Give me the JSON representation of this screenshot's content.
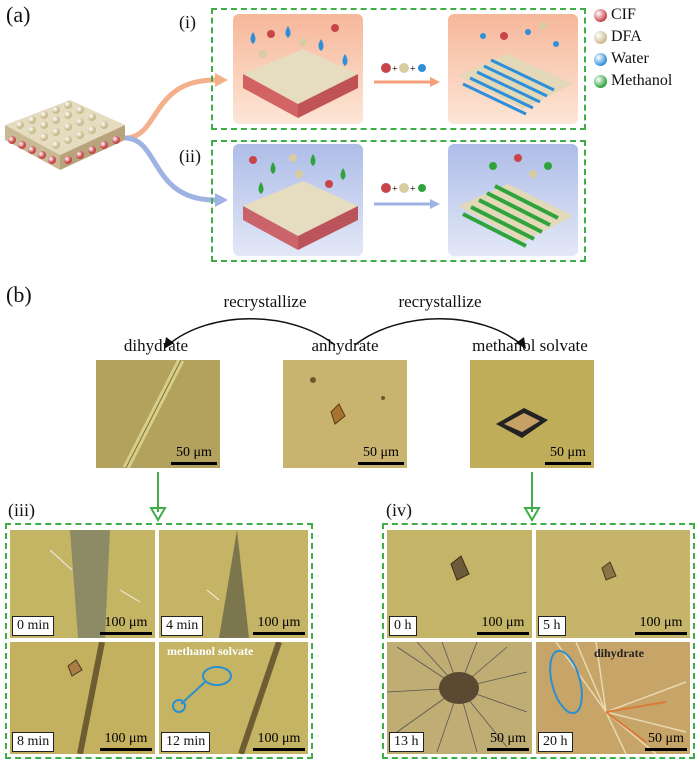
{
  "panel_a": {
    "label": "(a)",
    "sub_i": "(i)",
    "sub_ii": "(ii)",
    "legend": [
      {
        "name": "CIF",
        "color": "#c8454a"
      },
      {
        "name": "DFA",
        "color": "#d9cba2"
      },
      {
        "name": "Water",
        "color": "#2f8fd8"
      },
      {
        "name": "Methanol",
        "color": "#2fa43c"
      }
    ]
  },
  "panel_b": {
    "label": "(b)",
    "recrystallize_left": "recrystallize",
    "recrystallize_right": "recrystallize",
    "forms": [
      {
        "title": "dihydrate",
        "scale": "50 μm"
      },
      {
        "title": "anhydrate",
        "scale": "50 μm"
      },
      {
        "title": "methanol solvate",
        "scale": "50 μm"
      }
    ],
    "sub_iii": "(iii)",
    "sub_iv": "(iv)",
    "series_iii": [
      {
        "time": "0 min",
        "scale": "100 μm"
      },
      {
        "time": "4 min",
        "scale": "100 μm"
      },
      {
        "time": "8 min",
        "scale": "100 μm"
      },
      {
        "time": "12 min",
        "scale": "100 μm",
        "annotation": "methanol solvate"
      }
    ],
    "series_iv": [
      {
        "time": "0 h",
        "scale": "100 μm"
      },
      {
        "time": "5 h",
        "scale": "100 μm"
      },
      {
        "time": "13 h",
        "scale": "50 μm"
      },
      {
        "time": "20 h",
        "scale": "50 μm",
        "annotation": "dihydrate"
      }
    ]
  }
}
